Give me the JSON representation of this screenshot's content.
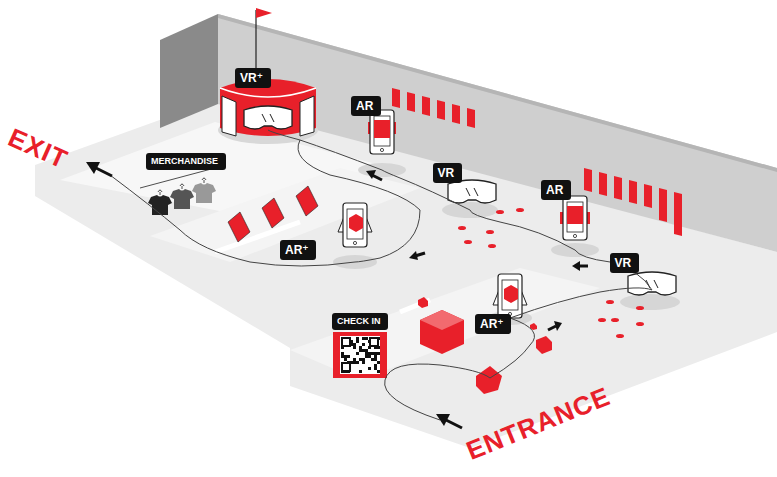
{
  "diagram": {
    "nodes": [
      {
        "text": [
          "MERCHANDISE"
        ]
      },
      {
        "text": [
          "VR⁺"
        ]
      },
      {
        "text": [
          "AR"
        ]
      },
      {
        "text": [
          "VR"
        ]
      },
      {
        "text": [
          "AR"
        ]
      },
      {
        "text": [
          "VR"
        ]
      },
      {
        "text": [
          "AR⁺"
        ]
      },
      {
        "text": [
          "AR⁺"
        ]
      },
      {
        "text": [
          "CHECK IN"
        ]
      }
    ],
    "labels": [
      "EXIT",
      "ENTRANCE"
    ]
  }
}
